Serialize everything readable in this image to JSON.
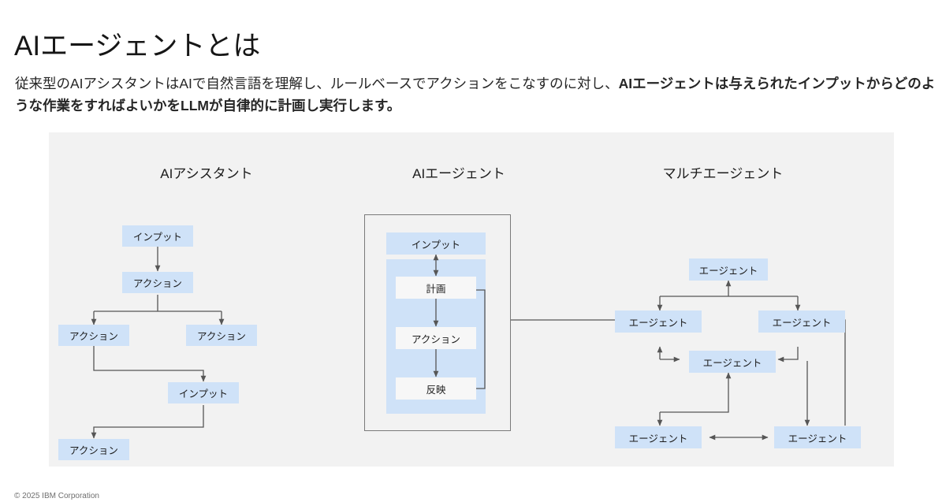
{
  "slide": {
    "title": "AIエージェントとは",
    "subtitle_plain_1": "従来型のAIアシスタントはAIで自然言語を理解し、ルールベースでアクションをこなすのに対し、",
    "subtitle_bold": "AIエージェントは与えられたインプットからどのような作業をすればよいかをLLMが自律的に計画し実行します。",
    "footer": "© 2025 IBM Corporation"
  },
  "columns": {
    "assistant_title": "AIアシスタント",
    "agent_title": "AIエージェント",
    "multi_agent_title": "マルチエージェント"
  },
  "labels": {
    "input": "インプット",
    "action": "アクション",
    "plan": "計画",
    "reflect": "反映",
    "agent": "エージェント"
  },
  "assistant_diagram": {
    "nodes": [
      {
        "id": "a-input-1",
        "label": "インプット"
      },
      {
        "id": "a-action-1",
        "label": "アクション"
      },
      {
        "id": "a-action-2",
        "label": "アクション"
      },
      {
        "id": "a-action-3",
        "label": "アクション"
      },
      {
        "id": "a-input-2",
        "label": "インプット"
      },
      {
        "id": "a-action-4",
        "label": "アクション"
      }
    ]
  },
  "agent_diagram": {
    "nodes": [
      {
        "id": "b-input",
        "label": "インプット"
      },
      {
        "id": "b-plan",
        "label": "計画"
      },
      {
        "id": "b-action",
        "label": "アクション"
      },
      {
        "id": "b-reflect",
        "label": "反映"
      }
    ]
  },
  "multi_agent_diagram": {
    "nodes": [
      {
        "id": "c-agent-top",
        "label": "エージェント"
      },
      {
        "id": "c-agent-left",
        "label": "エージェント"
      },
      {
        "id": "c-agent-right",
        "label": "エージェント"
      },
      {
        "id": "c-agent-center",
        "label": "エージェント"
      },
      {
        "id": "c-agent-bottom-left",
        "label": "エージェント"
      },
      {
        "id": "c-agent-bottom-right",
        "label": "エージェント"
      }
    ]
  },
  "colors": {
    "node_blue": "#cfe2f8",
    "node_white": "#f7f7f7",
    "panel_gray": "#f2f2f2",
    "connector": "#565656",
    "frame_border": "#7a7a7a",
    "text": "#161616"
  }
}
